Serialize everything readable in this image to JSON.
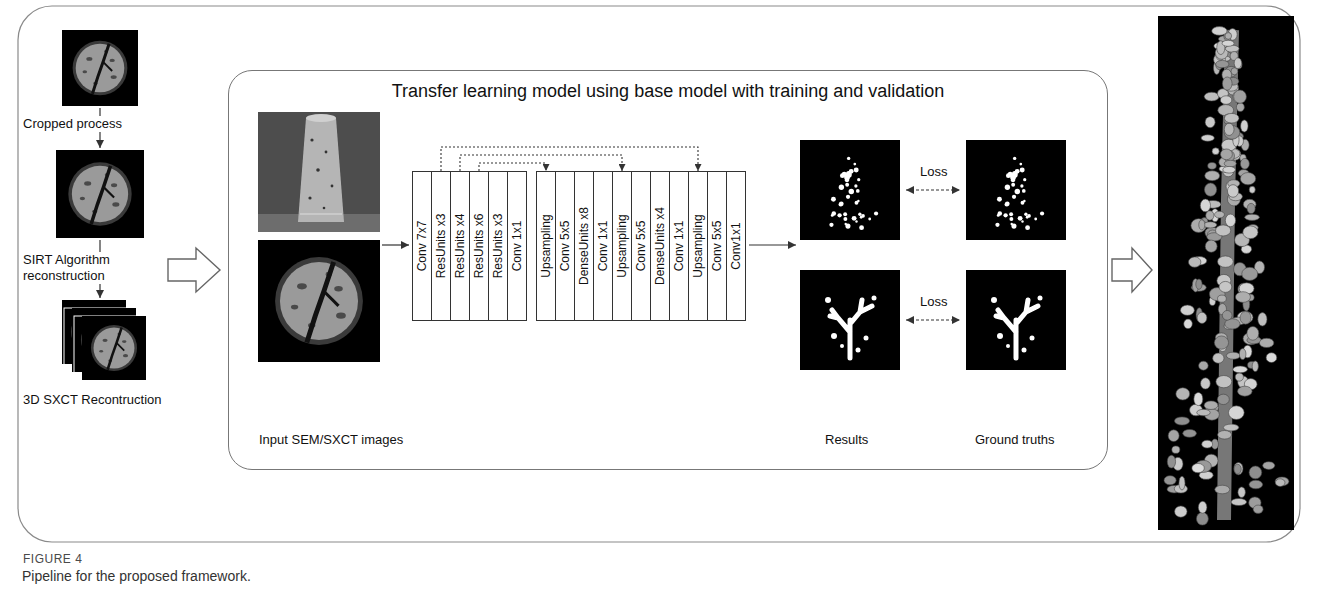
{
  "diagram": {
    "caption": "Pipeline for the proposed framework.",
    "nodes": [
      {
        "text": [
          "Transfer learning model using base model with training and validation"
        ]
      },
      {
        "text": [
          "Conv 7x7"
        ],
        "in": 0
      },
      {
        "text": [
          "ResUnits x3"
        ],
        "in": 0
      },
      {
        "text": [
          "ResUnits x4"
        ],
        "in": 0
      },
      {
        "text": [
          "ResUnits x6"
        ],
        "in": 0
      },
      {
        "text": [
          "ResUnits x3"
        ],
        "in": 0
      },
      {
        "text": [
          "Conv 1x1"
        ],
        "in": 0
      },
      {
        "text": [
          "Upsampling"
        ],
        "in": 0
      },
      {
        "text": [
          "Conv 5x5"
        ],
        "in": 0
      },
      {
        "text": [
          "DenseUnits x8"
        ],
        "in": 0
      },
      {
        "text": [
          "Conv 1x1"
        ],
        "in": 0
      },
      {
        "text": [
          "Upsampling"
        ],
        "in": 0
      },
      {
        "text": [
          "Conv 5x5"
        ],
        "in": 0
      },
      {
        "text": [
          "DenseUnits x4"
        ],
        "in": 0
      },
      {
        "text": [
          "Conv 1x1"
        ],
        "in": 0
      },
      {
        "text": [
          "Upsampling"
        ],
        "in": 0
      },
      {
        "text": [
          "Conv 5x5"
        ],
        "in": 0
      },
      {
        "text": [
          "Conv1x1"
        ],
        "in": 0
      }
    ],
    "edges": [
      {
        "from": 4,
        "to": 7,
        "arrow": "to"
      },
      {
        "from": 3,
        "to": 11,
        "arrow": "to"
      },
      {
        "from": 2,
        "to": 15,
        "arrow": "to"
      }
    ],
    "labels": [
      "Cropped process",
      "SIRT Algorithm reconstruction",
      "3D SXCT Recontruction",
      "Input SEM/SXCT images",
      "Loss",
      "Loss",
      "Results",
      "Ground truths",
      "FIGURE 4"
    ]
  }
}
